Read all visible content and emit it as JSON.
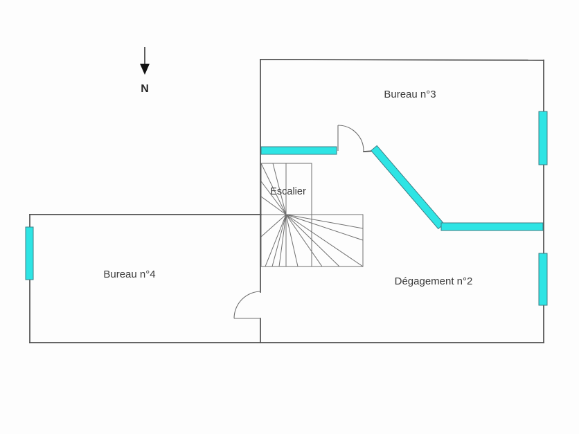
{
  "compass": {
    "label": "N"
  },
  "rooms": {
    "bureau3": {
      "label": "Bureau n°3"
    },
    "bureau4": {
      "label": "Bureau n°4"
    },
    "degagement2": {
      "label": "Dégagement n°2"
    },
    "escalier": {
      "label": "Escalier"
    }
  },
  "colors": {
    "glazing": "#2ee4e4",
    "glazing_border": "#3c7d84",
    "wall": "#4f4f4f",
    "stair_line": "#6f6f6f",
    "text": "#3a3a3a",
    "background": "#fdfdfd"
  }
}
